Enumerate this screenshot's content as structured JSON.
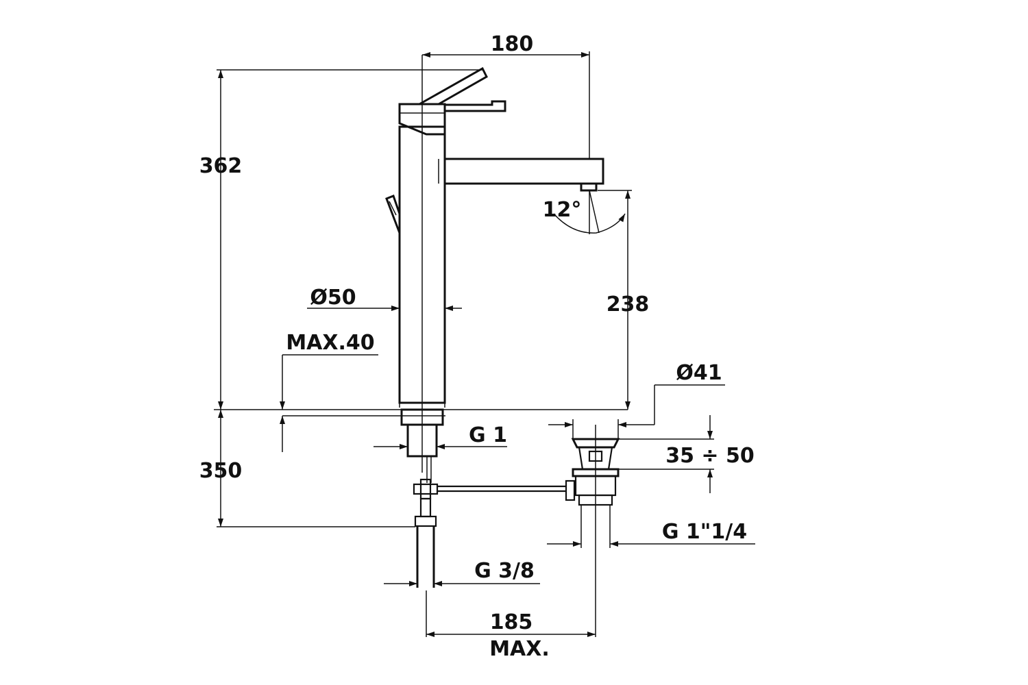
{
  "labels": {
    "top_width": "180",
    "total_height": "362",
    "spout_height": "238",
    "angle": "12°",
    "body_diameter": "Ø50",
    "max_thickness": "MAX.40",
    "drain_diameter": "Ø41",
    "inlet_thread": "G 1",
    "below_height": "350",
    "drain_range": "35 ÷ 50",
    "drain_thread": "G 1\"1/4",
    "hose_thread": "G 3/8",
    "bottom_distance": "185",
    "bottom_max": "MAX."
  },
  "colors": {
    "line": "#111111",
    "background": "#ffffff"
  }
}
